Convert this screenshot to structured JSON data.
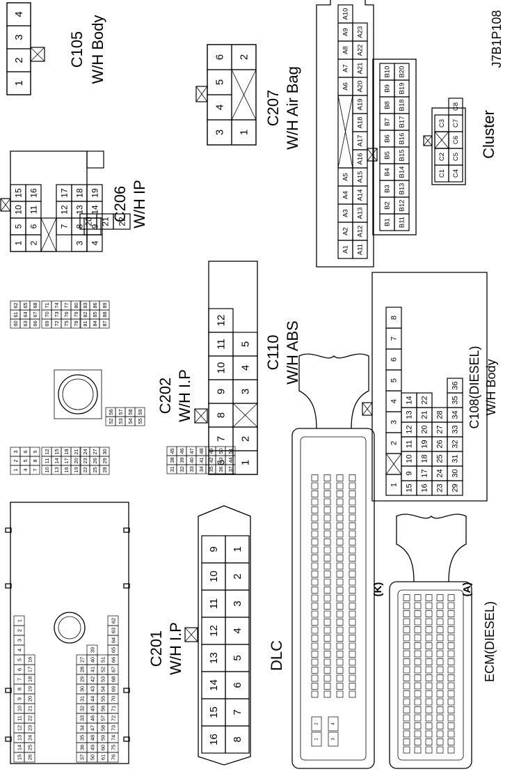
{
  "figure_code": "J7B1P108",
  "connectors": {
    "c105": {
      "code": "C105",
      "name": "W/H Body"
    },
    "c207": {
      "code": "C207",
      "name": "W/H Air Bag"
    },
    "cluster": {
      "name": "Cluster"
    },
    "c206": {
      "code": "C206",
      "name": "W/H IP"
    },
    "c110": {
      "code": "C110",
      "name": "W/H ABS"
    },
    "c108": {
      "code": "C108(DIESEL)",
      "name": "W/H Body"
    },
    "c202": {
      "code": "C202",
      "name": "W/H I.P"
    },
    "c201": {
      "code": "C201",
      "name": "W/H I.P"
    },
    "dlc": {
      "name": "DLC"
    },
    "ecm": {
      "name": "ECM(DIESEL)",
      "part_k": "(K)",
      "part_a": "(A)"
    }
  }
}
